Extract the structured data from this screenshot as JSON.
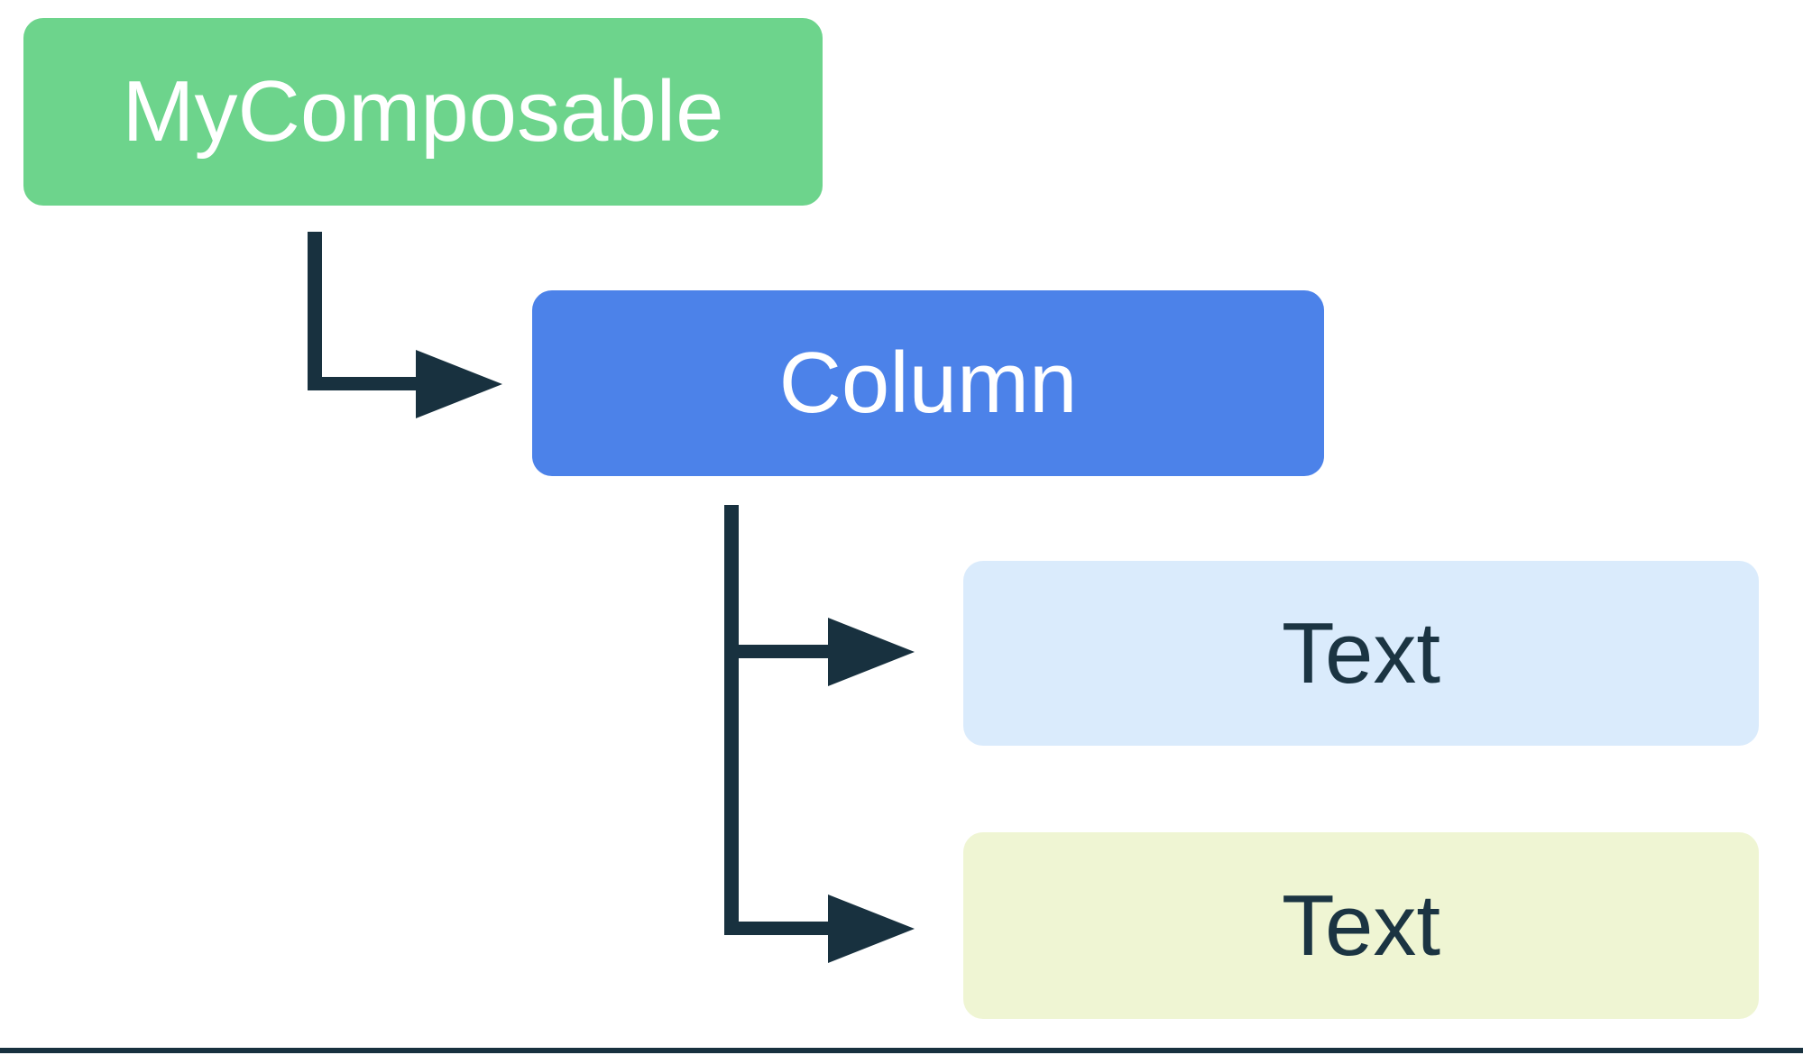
{
  "diagram": {
    "type": "ui-tree",
    "background": "#FFFFFF",
    "connector_color": "#18313F",
    "bottom_rule_color": "#18313F",
    "nodes": [
      {
        "id": "mycomposable",
        "label": "MyComposable",
        "bg": "#6DD48C",
        "text_color": "#FFFFFF"
      },
      {
        "id": "column",
        "label": "Column",
        "bg": "#4C82E9",
        "text_color": "#FFFFFF"
      },
      {
        "id": "text1",
        "label": "Text",
        "bg": "#DAEBFC",
        "text_color": "#1B3442"
      },
      {
        "id": "text2",
        "label": "Text",
        "bg": "#EFF5D3",
        "text_color": "#1B3442"
      }
    ],
    "edges": [
      {
        "from": "mycomposable",
        "to": "column"
      },
      {
        "from": "column",
        "to": "text1"
      },
      {
        "from": "column",
        "to": "text2"
      }
    ]
  }
}
